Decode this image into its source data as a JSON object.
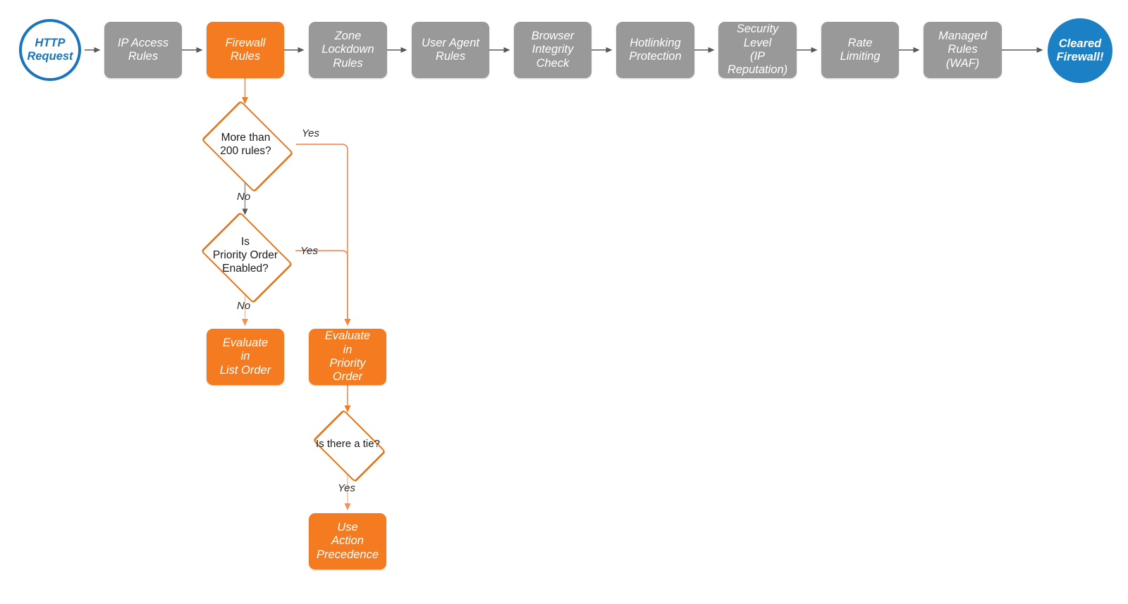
{
  "diagram": {
    "title": "Cloudflare Firewall Rules Evaluation Order",
    "colors": {
      "gray_node": "#999999",
      "orange_node": "#f47b20",
      "orange_stroke": "#e2761c",
      "orange_stroke_light": "#f5a97a",
      "blue_stroke": "#1b75bb",
      "blue_fill": "#1b80c4",
      "gray_arrow": "#595959",
      "text_dark": "#1a1a1a",
      "background": "#ffffff"
    }
  },
  "pipeline": {
    "start": {
      "label": "HTTP\nRequest",
      "shape": "circle-hollow"
    },
    "steps": [
      {
        "id": "ip-access-rules",
        "label": "IP Access\nRules",
        "state": "inactive"
      },
      {
        "id": "firewall-rules",
        "label": "Firewall\nRules",
        "state": "active"
      },
      {
        "id": "zone-lockdown-rules",
        "label": "Zone\nLockdown\nRules",
        "state": "inactive"
      },
      {
        "id": "user-agent-rules",
        "label": "User Agent\nRules",
        "state": "inactive"
      },
      {
        "id": "browser-integrity",
        "label": "Browser\nIntegrity\nCheck",
        "state": "inactive"
      },
      {
        "id": "hotlinking-protection",
        "label": "Hotlinking\nProtection",
        "state": "inactive"
      },
      {
        "id": "security-level",
        "label": "Security\nLevel\n(IP Reputation)",
        "state": "inactive"
      },
      {
        "id": "rate-limiting",
        "label": "Rate\nLimiting",
        "state": "inactive"
      },
      {
        "id": "managed-rules-waf",
        "label": "Managed\nRules\n(WAF)",
        "state": "inactive"
      }
    ],
    "end": {
      "label": "Cleared\nFirewall!",
      "shape": "circle-filled"
    }
  },
  "branch": {
    "decisions": [
      {
        "id": "more-than-200-rules",
        "label": "More than\n200 rules?"
      },
      {
        "id": "is-priority-order-enabled",
        "label": "Is\nPriority Order\nEnabled?"
      },
      {
        "id": "is-there-a-tie",
        "label": "Is there a tie?"
      }
    ],
    "outcomes": [
      {
        "id": "evaluate-in-list-order",
        "label": "Evaluate\nin\nList Order"
      },
      {
        "id": "evaluate-in-priority-order",
        "label": "Evaluate\nin\nPriority Order"
      },
      {
        "id": "use-action-precedence",
        "label": "Use\nAction\nPrecedence"
      }
    ],
    "edge_labels": {
      "yes_200_rules": "Yes",
      "no_200_rules": "No",
      "yes_priority_order": "Yes",
      "no_priority_order": "No",
      "yes_tie": "Yes"
    }
  }
}
